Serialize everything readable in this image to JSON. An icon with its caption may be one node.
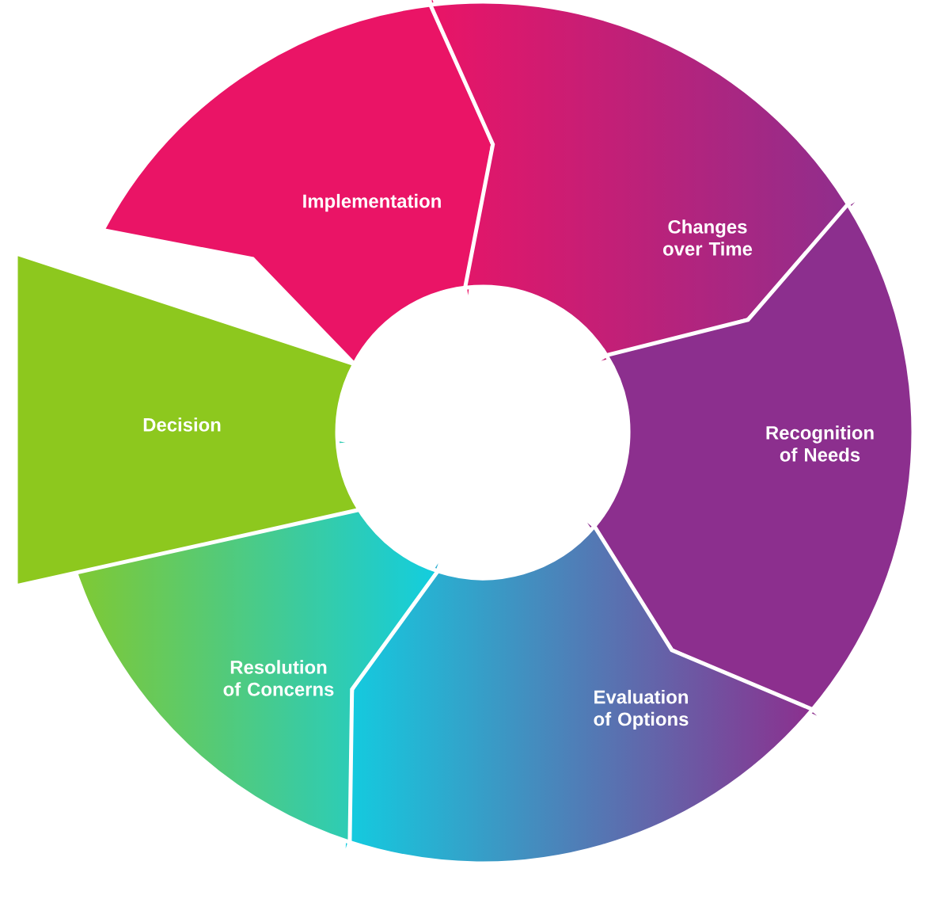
{
  "diagram": {
    "nodes": [
      {
        "text": [
          "Implementation"
        ]
      },
      {
        "text": [
          "Changes over Time"
        ]
      },
      {
        "text": [
          "Recognition of Needs"
        ]
      },
      {
        "text": [
          "Evaluation of Options"
        ]
      },
      {
        "text": [
          "Resolution of Concerns"
        ]
      },
      {
        "text": [
          "Decision"
        ]
      }
    ]
  }
}
